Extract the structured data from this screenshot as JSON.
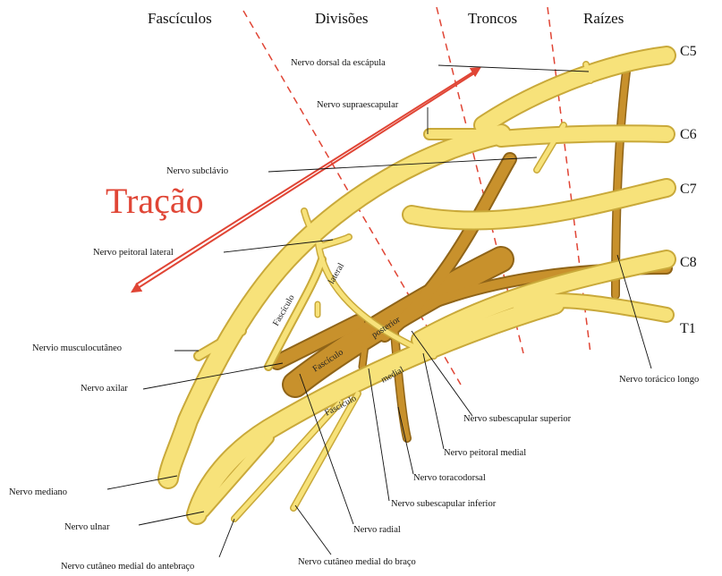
{
  "headers": {
    "fasciculos": "Fascículos",
    "divisoes": "Divisões",
    "troncos": "Troncos",
    "raizes": "Raízes"
  },
  "roots": [
    "C5",
    "C6",
    "C7",
    "C8",
    "T1"
  ],
  "traction": {
    "label": "Tração",
    "color": "#e04535"
  },
  "fascicles": {
    "lateral_1": "Fascículo",
    "lateral_2": "lateral",
    "posterior_1": "Fascículo",
    "posterior_2": "posterior",
    "medial_1": "Fascículo",
    "medial_2": "medial"
  },
  "labels": {
    "dorsal_escapula": "Nervo dorsal da escápula",
    "supraescapular": "Nervo supraescapular",
    "subclavio": "Nervo subclávio",
    "peitoral_lateral": "Nervo peitoral lateral",
    "musculocutaneo": "Nervio musculocutâneo",
    "axilar": "Nervo axilar",
    "mediano": "Nervo mediano",
    "ulnar": "Nervo ulnar",
    "cutaneo_antebraco": "Nervo cutâneo medial do antebraço",
    "cutaneo_braco": "Nervo cutâneo medial do braço",
    "radial": "Nervo radial",
    "subescapular_inferior": "Nervo subescapular inferior",
    "toracodorsal": "Nervo toracodorsal",
    "peitoral_medial": "Nervo peitoral medial",
    "subescapular_superior": "Nervo subescapular superior",
    "toracico_longo": "Nervo torácico longo"
  },
  "colors": {
    "nerve_yellow": "#f7e27a",
    "nerve_outline": "#c9a93a",
    "posterior_brown": "#c8912c",
    "posterior_outline": "#8f6418",
    "divider_red": "#e04535"
  }
}
